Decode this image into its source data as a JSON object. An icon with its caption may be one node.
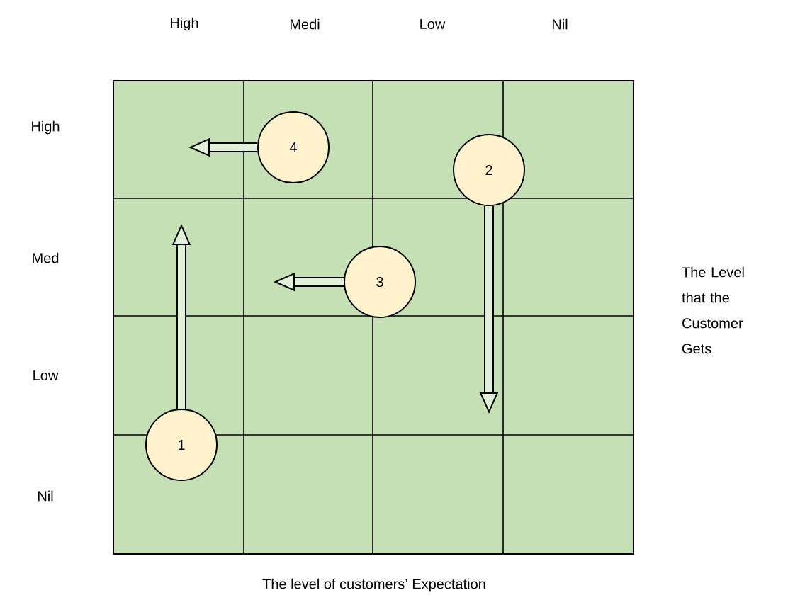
{
  "diagram": {
    "nodes": [
      {
        "text": [
          "1"
        ]
      },
      {
        "text": [
          "2"
        ]
      },
      {
        "text": [
          "3"
        ]
      },
      {
        "text": [
          "4"
        ]
      }
    ],
    "edges": [
      {
        "from": 0,
        "to": null,
        "arrow": "to"
      },
      {
        "from": 1,
        "to": null,
        "arrow": "to"
      },
      {
        "from": 2,
        "to": null,
        "arrow": "to"
      },
      {
        "from": 3,
        "to": null,
        "arrow": "to"
      }
    ],
    "labels": [
      "High",
      "Medi",
      "Low",
      "Nil",
      "High",
      "Med",
      "The Level that the Customer Gets",
      "Low",
      "Nil",
      "The level of customers’ Expectation"
    ]
  }
}
